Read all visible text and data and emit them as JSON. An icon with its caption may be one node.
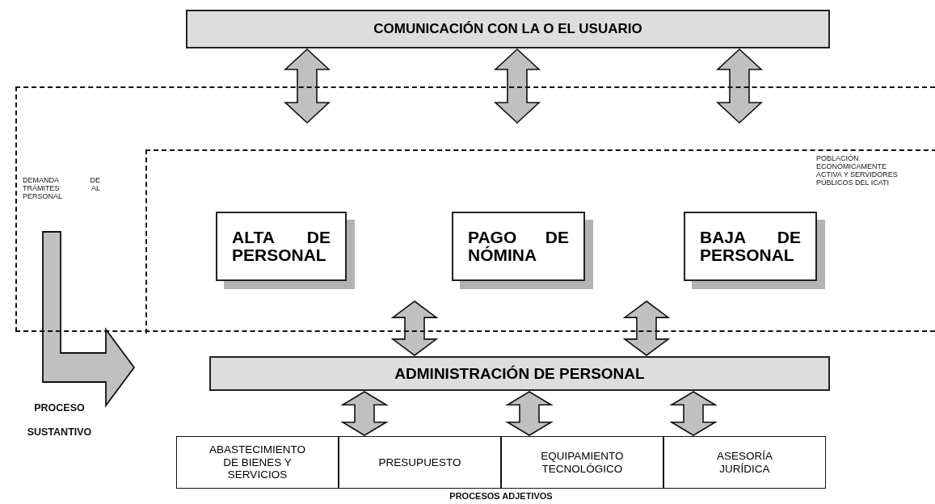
{
  "diagram": {
    "nodes": [
      {
        "text": [
          "COMUNICACIÓN CON LA O EL USUARIO"
        ]
      },
      {
        "text": [
          "DEMANDA DE TRÁMITES AL PERSONAL"
        ]
      },
      {
        "text": [
          "POBLACIÓN ECONÓMICAMENTE ACTIVA Y SERVIDORES PÚBLICOS DEL ICATI"
        ],
        "in": 1
      },
      {
        "text": [
          "ALTA DE PERSONAL"
        ],
        "in": 2
      },
      {
        "text": [
          "PAGO DE NÓMINA"
        ],
        "in": 2
      },
      {
        "text": [
          "BAJA DE PERSONAL"
        ],
        "in": 2
      },
      {
        "text": [
          "ADMINISTRACIÓN DE PERSONAL"
        ]
      },
      {
        "text": [
          "ABASTECIMIENTO DE BIENES Y SERVICIOS"
        ]
      },
      {
        "text": [
          "PRESUPUESTO"
        ]
      },
      {
        "text": [
          "EQUIPAMIENTO TECNOLÓGICO"
        ]
      },
      {
        "text": [
          "ASESORÍA JURÍDICA"
        ]
      }
    ],
    "edges": [
      {
        "from": 0,
        "to": 1,
        "arrow": "both"
      },
      {
        "from": 0,
        "to": 1,
        "arrow": "both"
      },
      {
        "from": 0,
        "to": 1,
        "arrow": "both"
      },
      {
        "from": 2,
        "to": 6,
        "arrow": "both"
      },
      {
        "from": 2,
        "to": 6,
        "arrow": "both"
      },
      {
        "from": 6,
        "to": 8,
        "arrow": "both"
      },
      {
        "from": 6,
        "to": 9,
        "arrow": "both"
      },
      {
        "from": 6,
        "to": 10,
        "arrow": "both"
      }
    ],
    "labels": [
      "PROCESO SUSTANTIVO",
      "PROCESOS ADJETIVOS"
    ]
  }
}
